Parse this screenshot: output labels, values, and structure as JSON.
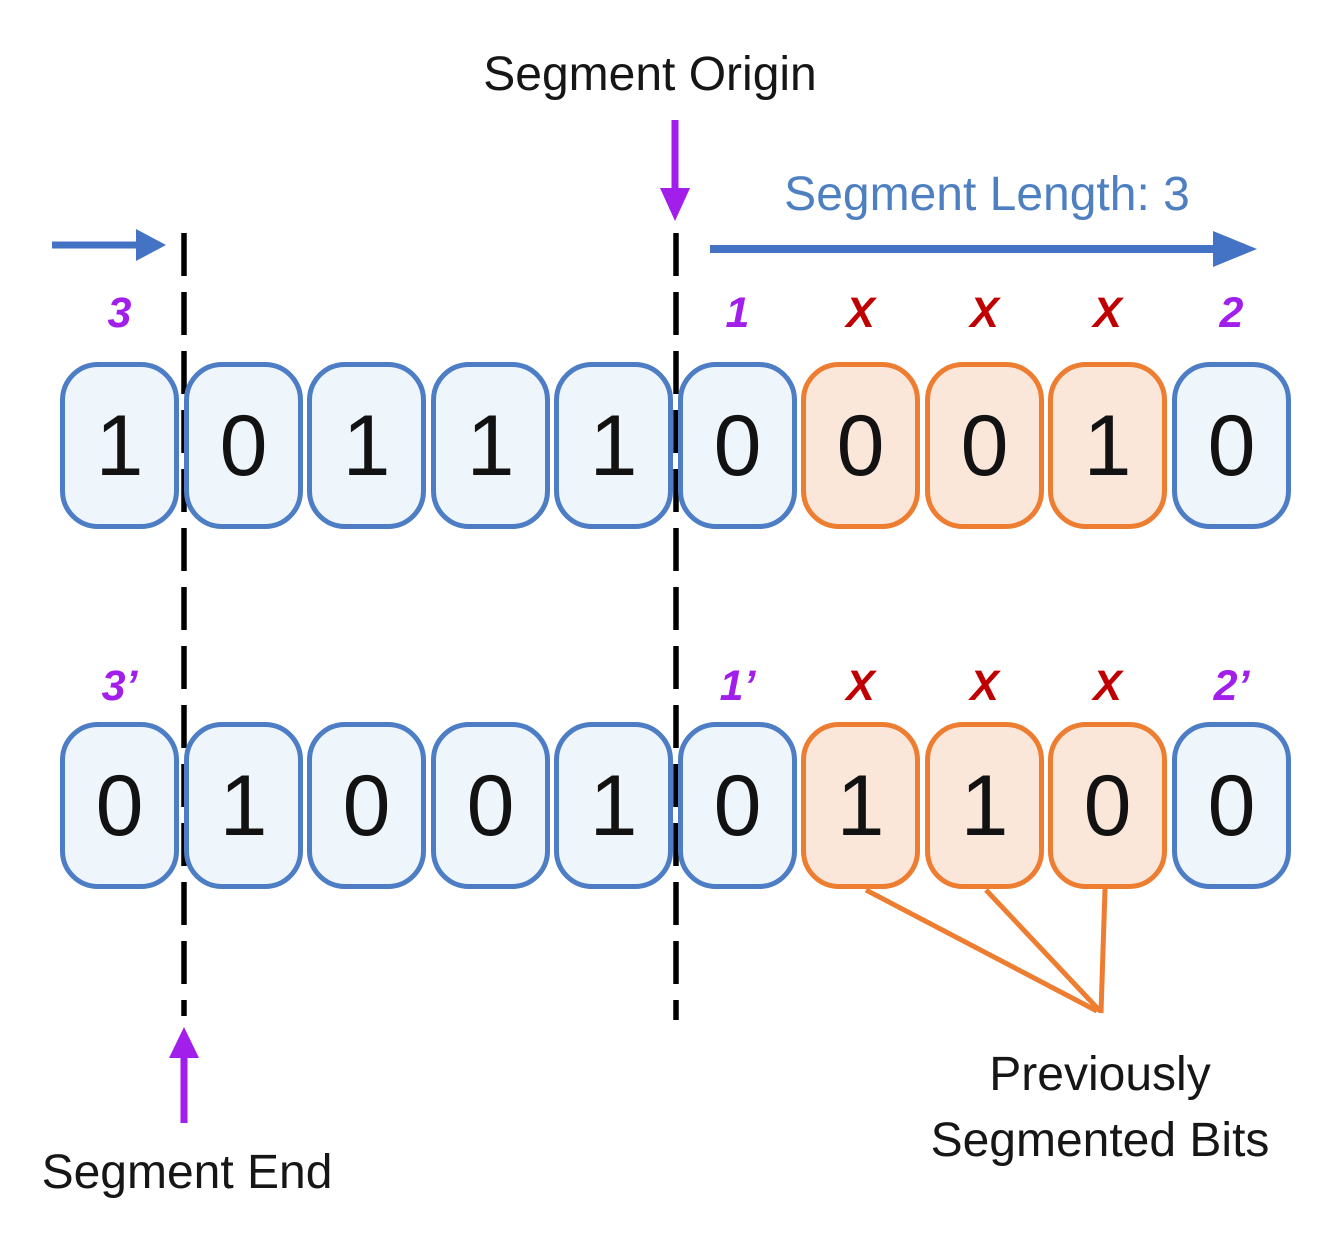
{
  "labels": {
    "segment_origin": "Segment Origin",
    "segment_length": "Segment Length: 3",
    "segment_end": "Segment End",
    "previously_line1": "Previously",
    "previously_line2": "Segmented Bits"
  },
  "rows": [
    {
      "id": "top-bit-string",
      "cells": [
        {
          "value": "1",
          "highlighted": false
        },
        {
          "value": "0",
          "highlighted": false
        },
        {
          "value": "1",
          "highlighted": false
        },
        {
          "value": "1",
          "highlighted": false
        },
        {
          "value": "1",
          "highlighted": false
        },
        {
          "value": "0",
          "highlighted": false
        },
        {
          "value": "0",
          "highlighted": true
        },
        {
          "value": "0",
          "highlighted": true
        },
        {
          "value": "1",
          "highlighted": true
        },
        {
          "value": "0",
          "highlighted": false
        }
      ]
    },
    {
      "id": "bottom-bit-string",
      "cells": [
        {
          "value": "0",
          "highlighted": false
        },
        {
          "value": "1",
          "highlighted": false
        },
        {
          "value": "0",
          "highlighted": false
        },
        {
          "value": "0",
          "highlighted": false
        },
        {
          "value": "1",
          "highlighted": false
        },
        {
          "value": "0",
          "highlighted": false
        },
        {
          "value": "1",
          "highlighted": true
        },
        {
          "value": "1",
          "highlighted": true
        },
        {
          "value": "0",
          "highlighted": true
        },
        {
          "value": "0",
          "highlighted": false
        }
      ]
    }
  ],
  "markers": {
    "row1": [
      {
        "text": "3",
        "cell": 1
      },
      {
        "text": "1",
        "cell": 6
      },
      {
        "text": "X",
        "cell": 7
      },
      {
        "text": "X",
        "cell": 8
      },
      {
        "text": "X",
        "cell": 9
      },
      {
        "text": "2",
        "cell": 10
      }
    ],
    "row2": [
      {
        "text": "3’",
        "cell": 1
      },
      {
        "text": "1’",
        "cell": 6
      },
      {
        "text": "X",
        "cell": 7
      },
      {
        "text": "X",
        "cell": 8
      },
      {
        "text": "X",
        "cell": 9
      },
      {
        "text": "2’",
        "cell": 10
      }
    ]
  },
  "colors": {
    "cell_border_blue": "#4d7dc5",
    "cell_fill_blue": "#eef5fb",
    "cell_border_orange": "#ed7d31",
    "cell_fill_orange": "#fbe7da",
    "marker_purple": "#a21eeb",
    "marker_dark_red": "#c00000",
    "arrow_blue": "#4472c4",
    "length_text_blue": "#4e80c1",
    "arrow_purple": "#a21eeb",
    "dashed_line_black": "#000000"
  }
}
